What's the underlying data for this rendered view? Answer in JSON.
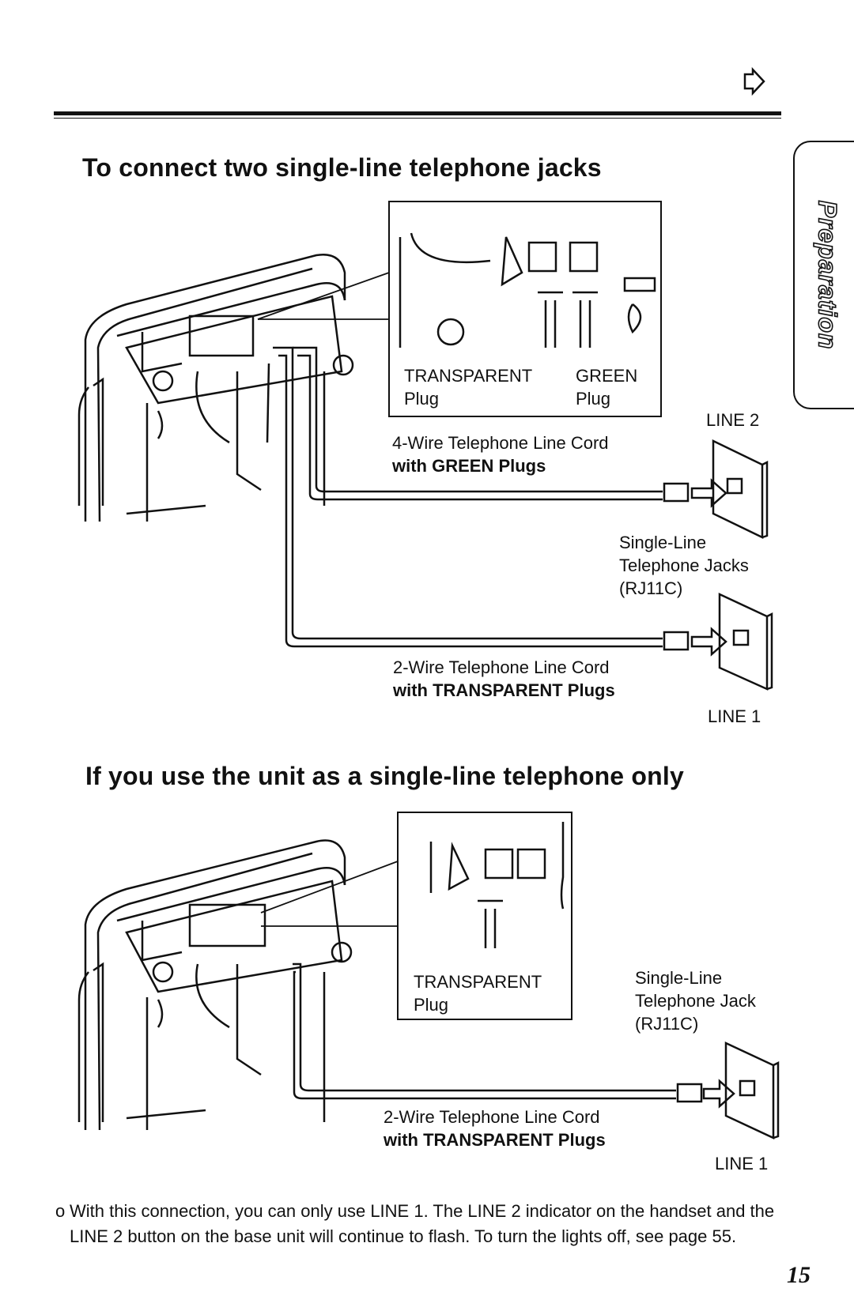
{
  "header": {
    "continue_icon": "arrow-right-outline-icon"
  },
  "side_tab": {
    "label": "Preparation"
  },
  "section1": {
    "title": "To connect two single-line telephone jacks",
    "inset_labels": {
      "transparent_line1": "TRANSPARENT",
      "transparent_line2": "Plug",
      "green_line1": "GREEN",
      "green_line2": "Plug"
    },
    "line2_label": "LINE 2",
    "cord4": {
      "line1": "4-Wire Telephone Line Cord",
      "line2": "with GREEN Plugs"
    },
    "jacks": {
      "line1": "Single-Line",
      "line2": "Telephone Jacks",
      "line3": "(RJ11C)"
    },
    "cord2": {
      "line1": "2-Wire Telephone Line Cord",
      "line2": "with TRANSPARENT Plugs"
    },
    "line1_label": "LINE 1"
  },
  "section2": {
    "title": "If you use the unit as a single-line telephone only",
    "inset_labels": {
      "transparent_line1": "TRANSPARENT",
      "transparent_line2": "Plug"
    },
    "jack": {
      "line1": "Single-Line",
      "line2": "Telephone Jack",
      "line3": "(RJ11C)"
    },
    "cord2": {
      "line1": "2-Wire Telephone Line Cord",
      "line2": "with TRANSPARENT Plugs"
    },
    "line1_label": "LINE 1"
  },
  "note": {
    "bullet": "o",
    "text": "With this connection, you can only use LINE 1. The LINE 2 indicator on the handset and the LINE 2 button on the base unit will continue to flash. To turn the lights off, see page 55."
  },
  "page_number": "15"
}
